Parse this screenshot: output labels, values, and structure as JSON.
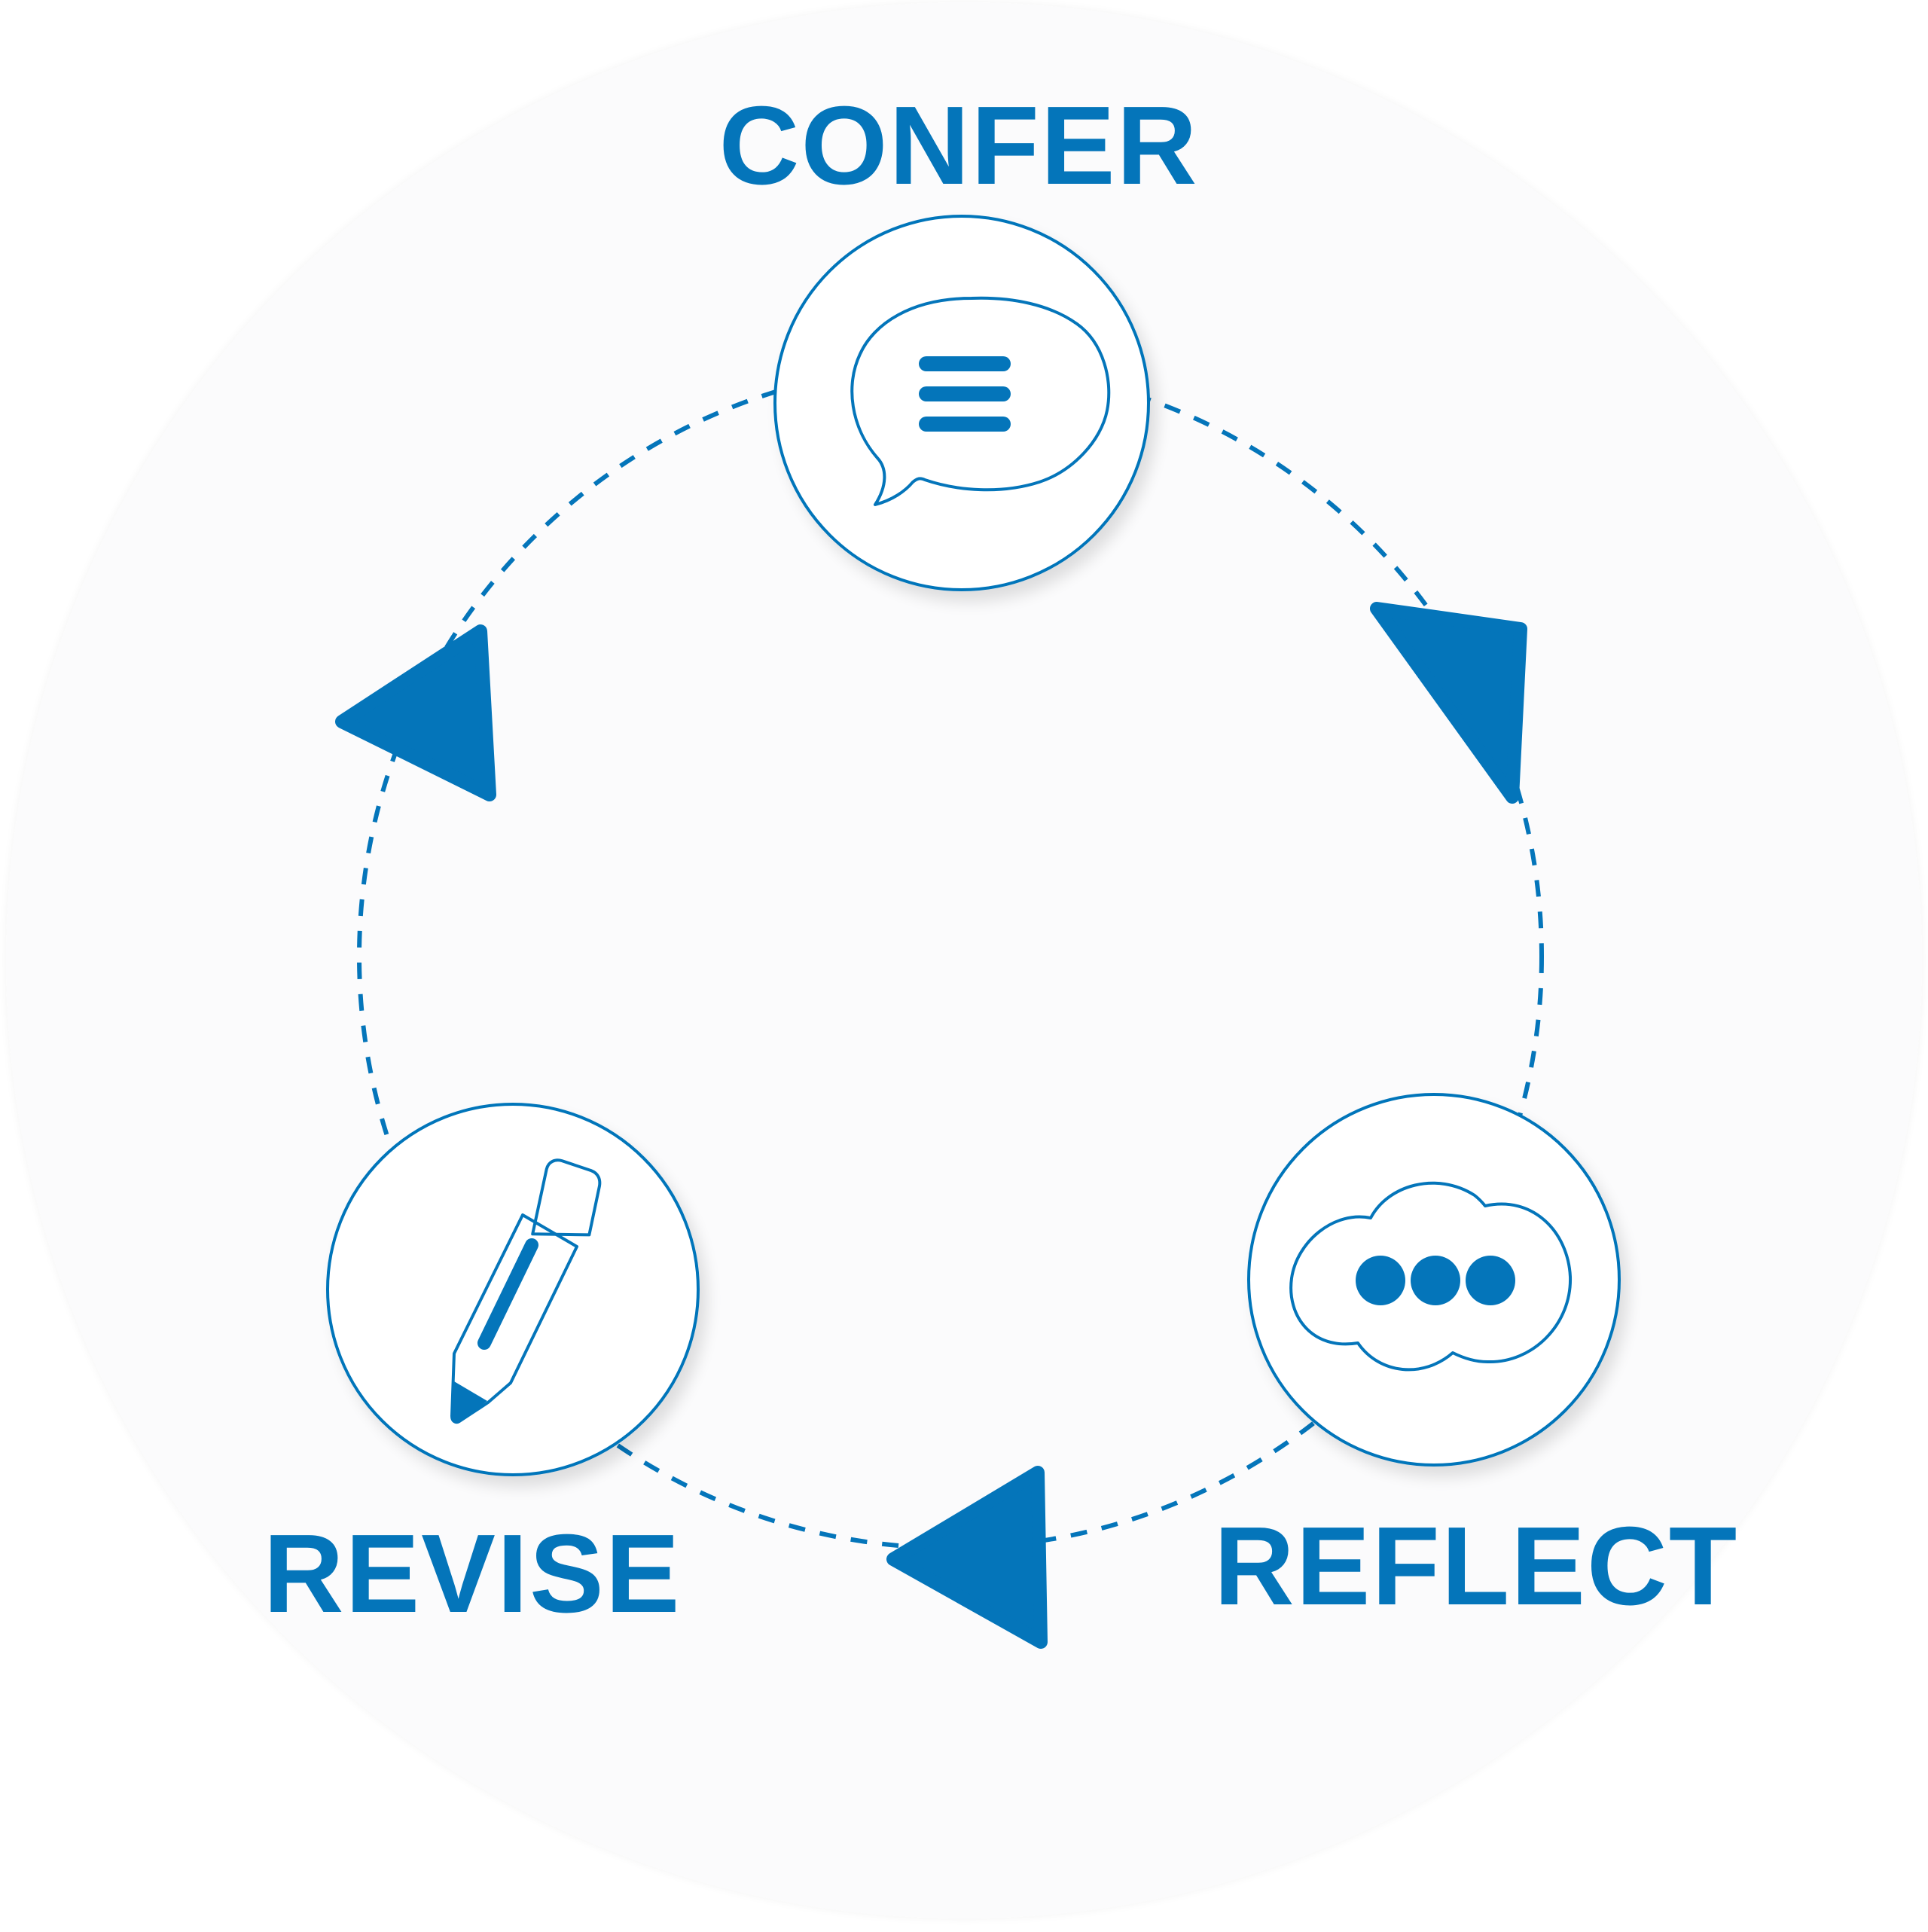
{
  "colors": {
    "accent": "#0475BA",
    "background_disc": "#FBFBFC",
    "node_fill": "#FFFFFF"
  },
  "diagram": {
    "type": "cycle",
    "direction": "clockwise",
    "nodes": [
      {
        "id": "confer",
        "label": "CONFER",
        "icon": "speech-bubble-icon"
      },
      {
        "id": "reflect",
        "label": "REFLECT",
        "icon": "thought-cloud-icon"
      },
      {
        "id": "revise",
        "label": "REVISE",
        "icon": "pencil-icon"
      }
    ],
    "edges": [
      {
        "from": "confer",
        "to": "reflect",
        "style": "dashed-arrow"
      },
      {
        "from": "reflect",
        "to": "revise",
        "style": "dashed-arrow"
      },
      {
        "from": "revise",
        "to": "confer",
        "style": "dashed-arrow"
      }
    ]
  }
}
